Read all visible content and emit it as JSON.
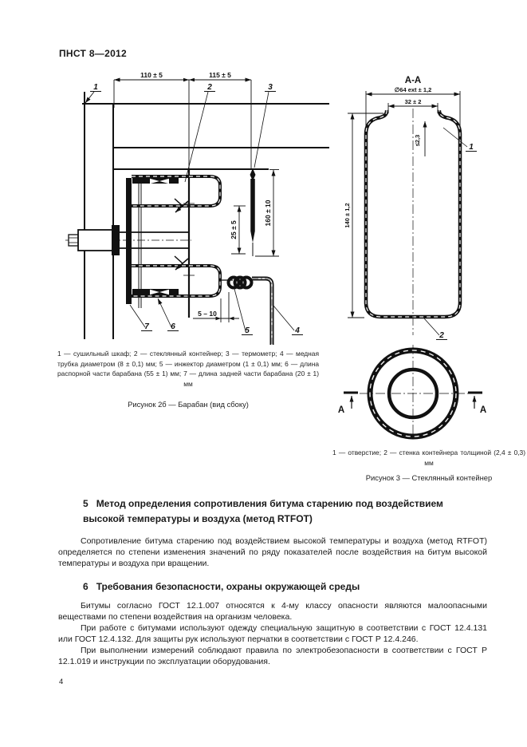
{
  "page": {
    "doc_code": "ПНСТ 8—2012",
    "number": "4"
  },
  "figure_drum": {
    "dims": {
      "d110": "110 ± 5",
      "d115": "115 ± 5",
      "d160": "160 ± 10",
      "d25": "25 ± 5",
      "d5_10": "5 – 10"
    },
    "labels": {
      "l1": "1",
      "l2": "2",
      "l3": "3",
      "l4": "4",
      "l5": "5",
      "l6": "6",
      "l7": "7"
    },
    "caption": "1 — сушильный шкаф; 2 — стеклянный контейнер; 3 — термометр; 4 — медная трубка диаметром (8 ± 0,1) мм; 5 — инжектор диаметром (1 ± 0,1) мм; 6 — длина распорной части барабана (55 ± 1) мм; 7 — длина задней части барабана (20 ± 1) мм",
    "figure_label": "Рисунок 2б — Барабан (вид сбоку)"
  },
  "figure_container": {
    "section_title": "А-А",
    "dims": {
      "d64": "∅64 ext ± 1,2",
      "d32": "32 ± 2",
      "d23": "≤2,3",
      "d140": "140 ± 1,2"
    },
    "labels": {
      "l1": "1",
      "l2": "2",
      "a_left": "А",
      "a_right": "А"
    },
    "caption": "1 — отверстие; 2 — стенка контейнера толщиной (2,4 ± 0,3) мм",
    "figure_label": "Рисунок 3 — Стеклянный контейнер"
  },
  "section5": {
    "number": "5",
    "heading": "Метод определения сопротивления битума старению под воздействием высокой температуры и воздуха (метод RTFOT)",
    "paragraphs": [
      "Сопротивление битума старению под воздействием высокой температуры и воздуха (метод RTFOT) определяется по степени изменения значений по ряду показателей после воздействия на битум высокой температуры и воздуха при вращении."
    ]
  },
  "section6": {
    "number": "6",
    "heading": "Требования безопасности, охраны окружающей среды",
    "paragraphs": [
      "Битумы согласно ГОСТ 12.1.007 относятся к 4-му классу опасности являются малоопасными веществами по степени воздействия на организм человека.",
      "При работе с битумами используют одежду специальную защитную в соответствии с ГОСТ 12.4.131 или ГОСТ 12.4.132. Для защиты рук используют перчатки в соответствии с ГОСТ Р 12.4.246.",
      "При выполнении измерений соблюдают правила по электробезопасности в соответствии с ГОСТ Р 12.1.019 и инструкции по эксплуатации оборудования."
    ]
  }
}
